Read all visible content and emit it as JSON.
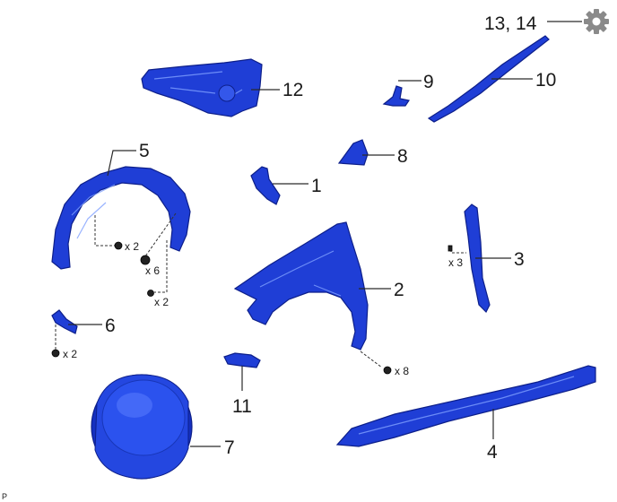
{
  "callouts": {
    "c1": "1",
    "c2": "2",
    "c3": "3",
    "c4": "4",
    "c5": "5",
    "c6": "6",
    "c7": "7",
    "c8": "8",
    "c9": "9",
    "c10": "10",
    "c11": "11",
    "c12": "12",
    "c13_14": "13, 14"
  },
  "quantities": {
    "q5_clip": "x 2",
    "q5_screw": "x 6",
    "q5_bolt": "x 2",
    "q3": "x 3",
    "q6": "x 2",
    "q2": "x 8"
  },
  "settings_icon": "gear-icon",
  "diagram_code": "P",
  "colors": {
    "part_fill": "#1f3ed6",
    "part_outline": "#0d1f8a",
    "gear": "#8a8a8a"
  }
}
